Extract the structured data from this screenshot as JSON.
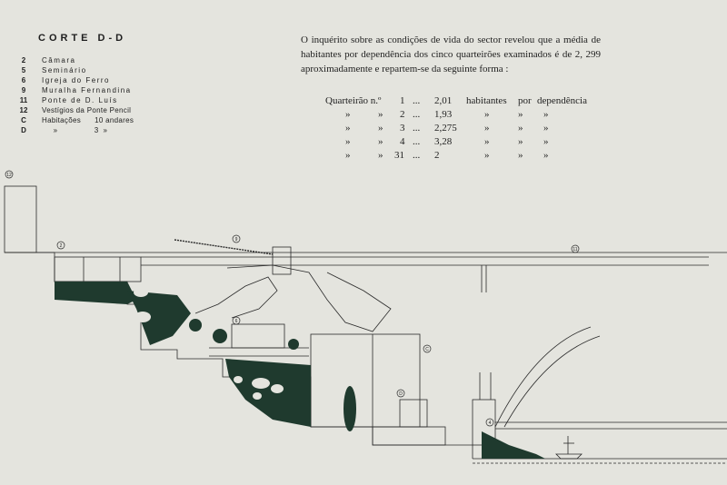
{
  "title": "CORTE D-D",
  "legend": [
    {
      "key": "2",
      "label": "Câmara"
    },
    {
      "key": "5",
      "label": "Seminário"
    },
    {
      "key": "6",
      "label": "Igreja do Ferro"
    },
    {
      "key": "9",
      "label": "Muralha Fernandina"
    },
    {
      "key": "11",
      "label": "Ponte de D. Luís"
    },
    {
      "key": "12",
      "label": "Vestígios da Ponte Pencil"
    },
    {
      "key": "C",
      "label": "Habitações      10 andares"
    },
    {
      "key": "D",
      "label": "     »                3  »"
    }
  ],
  "paragraph": "O inquérito sobre as condições de vida do sector revelou que a média de habitantes por dependência dos cinco quarteirões examinados é de 2, 299 aproximadamente e repartem-se da seguinte forma :",
  "table": {
    "rows": [
      {
        "c1": "Quarteirão n.º",
        "num": "1",
        "dots": "...",
        "val": "2,01",
        "c5": "habitantes",
        "c6": "por",
        "c7": "dependência"
      },
      {
        "c1": "»",
        "num": "2",
        "dots": "...",
        "val": "1,93",
        "c5": "»",
        "c6": "»",
        "c7": "»"
      },
      {
        "c1": "»",
        "num": "3",
        "dots": "...",
        "val": "2,275",
        "c5": "»",
        "c6": "»",
        "c7": "»"
      },
      {
        "c1": "»",
        "num": "4",
        "dots": "...",
        "val": "3,28",
        "c5": "»",
        "c6": "»",
        "c7": "»"
      },
      {
        "c1": "»",
        "num": "31",
        "dots": "...",
        "val": "2",
        "c5": "»",
        "c6": "»",
        "c7": "»"
      }
    ],
    "ditto_c2": "»"
  },
  "drawing_markers": {
    "m12": "12",
    "m2": "2",
    "m9": "9",
    "m11": "11",
    "m6": "6",
    "mC": "C",
    "mD": "D",
    "m4": "4"
  },
  "colors": {
    "paper": "#e4e4de",
    "ink": "#1e1e1e",
    "fill": "#1f3a2e"
  }
}
